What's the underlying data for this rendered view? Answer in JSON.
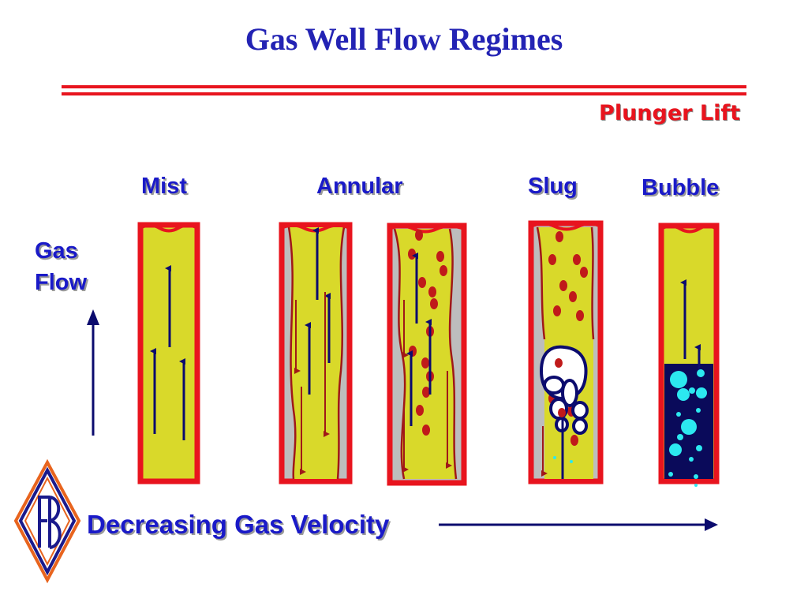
{
  "title": "Gas Well Flow Regimes",
  "subtitle": "Plunger Lift",
  "regimes": {
    "mist": "Mist",
    "annular": "Annular",
    "slug": "Slug",
    "bubble": "Bubble"
  },
  "axis": {
    "gas_flow_line1": "Gas",
    "gas_flow_line2": "Flow",
    "velocity": "Decreasing Gas Velocity"
  },
  "logo": {
    "letters": "FB",
    "name": "logo"
  },
  "colors": {
    "title": "#2323b4",
    "accent_red": "#e8141e",
    "label_blue": "#1a1ac8",
    "tube_fill": "#d9d92a",
    "liquid_dark": "#0a0a5a",
    "bubble_cyan": "#2ce8f0",
    "droplet": "#c01a1a",
    "arrow_navy": "#0b0b6e"
  }
}
